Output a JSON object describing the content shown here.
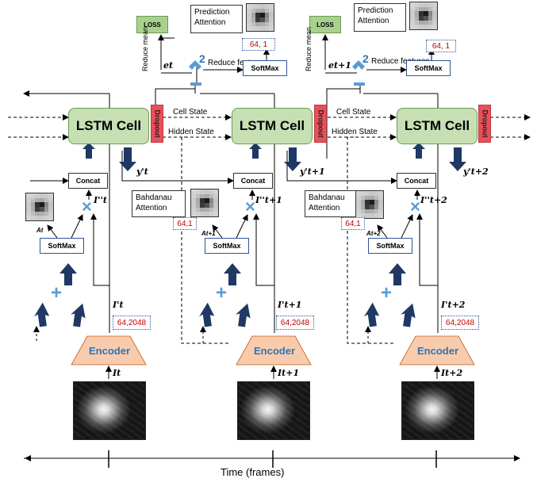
{
  "diagram": {
    "lstm_label": "LSTM Cell",
    "dropout_label": "Dropout",
    "concat_label": "Concat",
    "softmax_label": "SoftMax",
    "loss_label": "LOSS",
    "encoder_label": "Encoder",
    "cell_state_label": "Cell State",
    "hidden_state_label": "Hidden State",
    "bahdanau_label": "Bahdanau Attention",
    "prediction_label": "Prediction Attention",
    "reduce_mean_label": "Reduce mean",
    "reduce_features_label": "Reduce features",
    "time_axis_label": "Time (frames)",
    "l2_label": "2",
    "encoder_dim": "64,2048",
    "attention_dim": "64,1",
    "prediction_dim": "64, 1",
    "plus_symbol": "+",
    "times_symbol": "×"
  },
  "steps": [
    {
      "input": "It",
      "feature": "I't",
      "attended": "I''t",
      "attn_weight": "At",
      "output": "y't",
      "error": "et"
    },
    {
      "input": "It+1",
      "feature": "I't+1",
      "attended": "I''t+1",
      "attn_weight": "At+1",
      "output": "y't+1",
      "error": "et+1"
    },
    {
      "input": "It+2",
      "feature": "I't+2",
      "attended": "I''t+2",
      "attn_weight": "At+2",
      "output": "y't+2"
    }
  ],
  "colors": {
    "lstm_fill": "#c6e0b4",
    "dropout_fill": "#ea4f5a",
    "loss_fill": "#a9d18e",
    "encoder_fill": "#f8cbad",
    "arrow_navy": "#1f3864",
    "operator_blue": "#5b9bd5",
    "dim_red": "#c00000"
  },
  "attention_grid": [
    [
      0.1,
      0.12,
      0.14,
      0.16,
      0.14,
      0.12
    ],
    [
      0.12,
      0.2,
      0.28,
      0.3,
      0.22,
      0.14
    ],
    [
      0.14,
      0.3,
      0.85,
      0.95,
      0.45,
      0.18
    ],
    [
      0.14,
      0.28,
      0.8,
      0.7,
      0.4,
      0.16
    ],
    [
      0.12,
      0.2,
      0.3,
      0.28,
      0.22,
      0.13
    ],
    [
      0.1,
      0.12,
      0.14,
      0.15,
      0.13,
      0.11
    ]
  ]
}
